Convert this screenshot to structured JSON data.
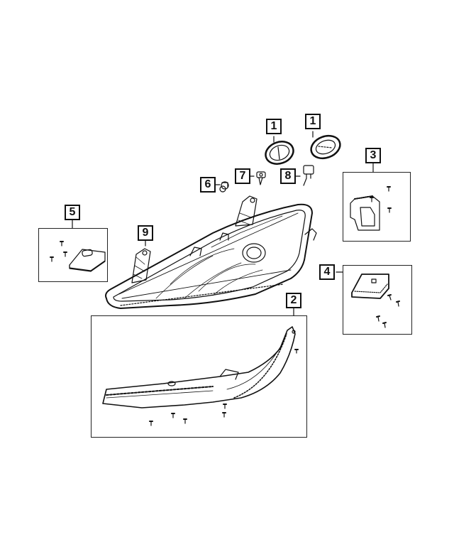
{
  "diagram": {
    "type": "exploded-parts-diagram",
    "subject": "headlamp assembly",
    "ink_color": "#111111",
    "background": "#ffffff",
    "callouts": [
      {
        "id": "c1a",
        "label": "1",
        "part": "headlamp-cap-seal-left"
      },
      {
        "id": "c1b",
        "label": "1",
        "part": "headlamp-cap-seal-right"
      },
      {
        "id": "c2",
        "label": "2",
        "part": "headlamp-lower-trim-bracket-kit"
      },
      {
        "id": "c3",
        "label": "3",
        "part": "headlamp-module-bracket-kit"
      },
      {
        "id": "c4",
        "label": "4",
        "part": "headlamp-control-module-kit"
      },
      {
        "id": "c5",
        "label": "5",
        "part": "ballast-module-kit"
      },
      {
        "id": "c6",
        "label": "6",
        "part": "small-bulb-and-socket"
      },
      {
        "id": "c7",
        "label": "7",
        "part": "bulb-halogen"
      },
      {
        "id": "c8",
        "label": "8",
        "part": "bulb-hid"
      },
      {
        "id": "c9",
        "label": "9",
        "part": "headlamp-mounting-tab"
      }
    ]
  }
}
